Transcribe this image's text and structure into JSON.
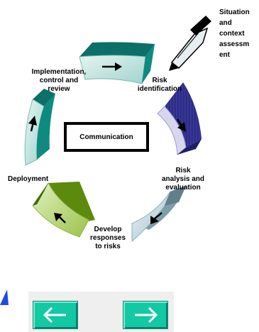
{
  "diagram": {
    "center_label": "Communication",
    "stages": {
      "implementation": "Implementation,\ncontrol and\nreview",
      "risk_identification": "Risk\nidentification",
      "risk_analysis": "Risk\nanalysis and\nevaluation",
      "develop_responses": "Develop\nresponses\nto risks",
      "deployment": "Deployment"
    },
    "input_note": "Situation\nand\ncontext\nassessm\nent"
  },
  "navigation": {
    "back_icon": "arrow-left-icon",
    "next_icon": "arrow-right-icon"
  },
  "colors": {
    "teal_dark": "#0c7a72",
    "teal_light": "#cfe9e6",
    "navy": "#2b2a7d",
    "green": "#6f9e12",
    "steel": "#6b8f9e",
    "nav_button": "#12c9a4"
  }
}
